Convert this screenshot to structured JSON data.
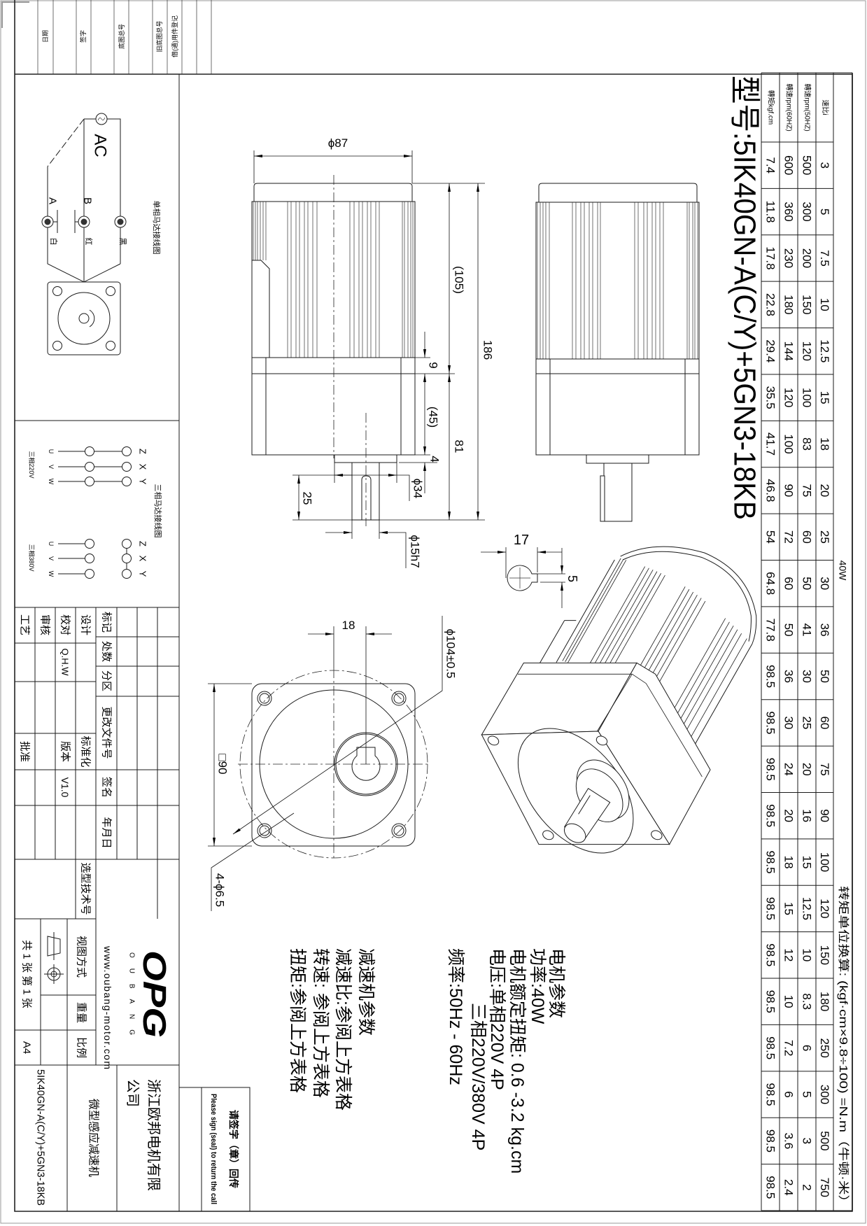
{
  "title": "型号:5IK40GN-A(C/Y)+5GN3-18KB",
  "spec_table": {
    "power_label": "40W",
    "conversion_note": "转矩单位换算: (kgf·cm×9.8÷100) =N.m（牛顿·米）",
    "row_labels": [
      "速比i",
      "轉速rpm(50HZ)",
      "轉速rpm(60HZ)",
      "轉矩kgf.cm"
    ],
    "ratio": [
      "3",
      "5",
      "7.5",
      "10",
      "12.5",
      "15",
      "18",
      "20",
      "25",
      "30",
      "36",
      "50",
      "60",
      "75",
      "90",
      "100",
      "120",
      "150",
      "180",
      "250",
      "300",
      "500",
      "750"
    ],
    "rpm_50hz": [
      "500",
      "300",
      "200",
      "150",
      "120",
      "100",
      "83",
      "75",
      "60",
      "50",
      "41",
      "30",
      "25",
      "20",
      "16",
      "15",
      "12.5",
      "10",
      "8.3",
      "6",
      "5",
      "3",
      "2"
    ],
    "rpm_60hz": [
      "600",
      "360",
      "230",
      "180",
      "144",
      "120",
      "100",
      "90",
      "72",
      "60",
      "50",
      "36",
      "30",
      "24",
      "20",
      "18",
      "15",
      "12",
      "10",
      "7.2",
      "6",
      "3.6",
      "2.4"
    ],
    "torque": [
      "7.4",
      "11.8",
      "17.8",
      "22.8",
      "29.4",
      "35.5",
      "41.7",
      "46.8",
      "54",
      "64.8",
      "77.8",
      "98.5",
      "98.5",
      "98.5",
      "98.5",
      "98.5",
      "98.5",
      "98.5",
      "98.5",
      "98.5",
      "98.5",
      "98.5",
      "98.5"
    ]
  },
  "dimensions": {
    "body_dia": "ϕ87",
    "total_len": "186",
    "motor_len": "(105)",
    "gear_len": "81",
    "flange": "9",
    "gear_body": "(45)",
    "boss_h": "4",
    "boss_dia": "ϕ34",
    "shaft_len": "25",
    "shaft_dia": "ϕ15h7",
    "key_width": "17",
    "key_depth": "5",
    "shaft_offset": "18",
    "square": "□90",
    "pcd": "ϕ104±0.5",
    "holes": "4-ϕ6.5"
  },
  "motor_params": {
    "heading": "电机参数",
    "power": "功率:40W",
    "rated_torque": "电机额定扭矩: 0.6 -3.2 kg.cm",
    "voltage": "电压:单相220V 4P",
    "voltage_3ph": "三相220V/380V 4P",
    "frequency": "频率:50Hz - 60Hz"
  },
  "gearbox_params": {
    "heading": "减速机参数",
    "ratio": "减速比:参阅上方表格",
    "speed": "转速: 参阅上方表格",
    "torque": "扭矩:参阅上方表格"
  },
  "wiring": {
    "single_title": "单相马达接线图",
    "ac": "AC",
    "term_a": "A",
    "term_b": "B",
    "white": "白",
    "red": "红",
    "black": "黑",
    "three_title": "三相马达接线图",
    "v220": "三相220V",
    "v380": "三相380V",
    "u": "U",
    "v": "V",
    "w": "W",
    "z": "Z",
    "x": "X",
    "y": "Y"
  },
  "title_block": {
    "mark": "标记",
    "count": "处数",
    "zone": "分区",
    "change_doc": "更改文件号",
    "signature": "签名",
    "date": "年月日",
    "design": "设计",
    "check": "校对",
    "review": "审核",
    "process": "工艺",
    "checker_name": "Q.H.W",
    "standardize": "标准化",
    "version_label": "版本",
    "approve": "批准",
    "version": "V1.0",
    "selection_no": "选型技术号",
    "view_method": "视图方式",
    "weight": "重量",
    "scale": "比例",
    "sheets": "共 1 张 第 1 张",
    "paper": "A4",
    "logo": "OPG",
    "logo_sub": "OUBANG",
    "url": "www.oubang-motor.com",
    "company_line1": "浙江欧邦电机有限",
    "company_line2": "公司",
    "product": "微型感应减速机",
    "model": "5IK40GN-A(C/Y)+5GN3-18KB"
  },
  "revision_strip": [
    "日期",
    "签字",
    "底图总号",
    "旧底图总号",
    "借(通)用件登记"
  ],
  "sign_return": {
    "cn": "请签字（章）回传",
    "en": "Please sign (seal) to return the call"
  }
}
